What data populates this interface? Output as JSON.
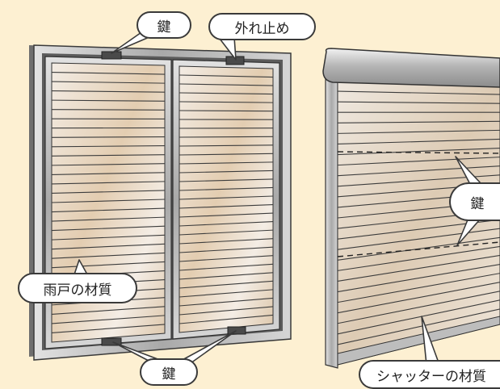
{
  "labels": {
    "amado_key_top": "鍵",
    "lift_stop": "外れ止め",
    "amado_material": "雨戸の材質",
    "amado_key_bottom": "鍵",
    "shutter_key": "鍵",
    "shutter_material": "シャッターの材質"
  },
  "colors": {
    "background": "#fdf0d2",
    "frame_light": "#c9c9c9",
    "frame_dark": "#7a7a7a",
    "slat_light": "#f5ede3",
    "slat_warm": "#e2cfb6",
    "slat_line": "#3c3c3c",
    "lock": "#4a4a4a",
    "callout_bg": "#ffffff",
    "callout_border": "#3a3a3a"
  },
  "icons": [
    "lock-block"
  ]
}
